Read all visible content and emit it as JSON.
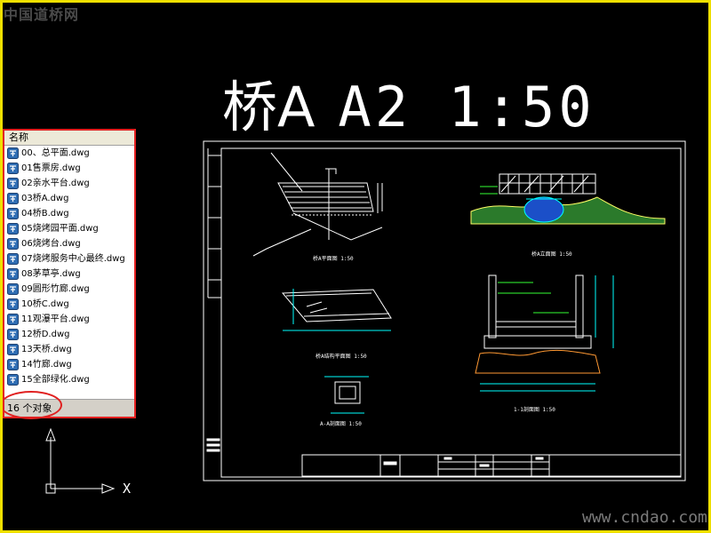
{
  "watermark_top": "中国道桥网",
  "watermark_bottom": "www.cndao.com",
  "drawing": {
    "title_main": "桥A",
    "title_suffix": "A2  1:50",
    "views": [
      {
        "label": "桥A平面图 1:50"
      },
      {
        "label": "桥A立面图 1:50"
      },
      {
        "label": "桥A结构平面图 1:50"
      },
      {
        "label": "1-1剖面图 1:50"
      },
      {
        "label": "A-A剖面图 1:50"
      }
    ],
    "ucs_axis": "X"
  },
  "file_panel": {
    "column_header": "名称",
    "files": [
      {
        "name": "00、总平面.dwg"
      },
      {
        "name": "01售票房.dwg"
      },
      {
        "name": "02亲水平台.dwg"
      },
      {
        "name": "03桥A.dwg"
      },
      {
        "name": "04桥B.dwg"
      },
      {
        "name": "05烧烤园平面.dwg"
      },
      {
        "name": "06烧烤台.dwg"
      },
      {
        "name": "07烧烤服务中心最终.dwg"
      },
      {
        "name": "08茅草亭.dwg"
      },
      {
        "name": "09圆形竹廊.dwg"
      },
      {
        "name": "10桥C.dwg"
      },
      {
        "name": "11观瀑平台.dwg"
      },
      {
        "name": "12桥D.dwg"
      },
      {
        "name": "13天桥.dwg"
      },
      {
        "name": "14竹廊.dwg"
      },
      {
        "name": "15全部绿化.dwg"
      }
    ],
    "status_count": "16 个对象"
  },
  "colors": {
    "frame": "#f0e000",
    "highlight": "#e02020",
    "icon": "#2f6db3"
  }
}
